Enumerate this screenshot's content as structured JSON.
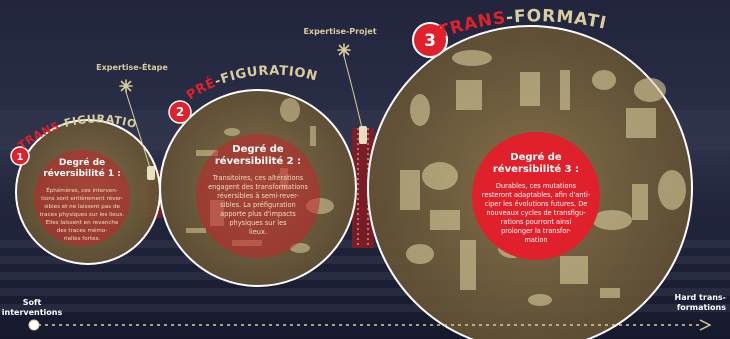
{
  "colors": {
    "cream": "#d8cd9e",
    "red": "#d6202a",
    "dark_bg": "#1e2238",
    "circle_fill": "#6a5a3a",
    "accent_red": "#e0202a",
    "white": "#ffffff"
  },
  "phases": [
    {
      "number": "1",
      "title_accent": "TRANS",
      "title_rest": "-FIGURATION",
      "heading_line1": "Degré de",
      "heading_line2": "réversibilité 1 :",
      "body": [
        "Éphémères, ces interven-",
        "tions sont entièrement réver-",
        "sibles et ne laissent pas de",
        "traces physiques sur les lieux.",
        "Elles laissent en revanche",
        "des traces mémo-",
        "rielles fortes."
      ]
    },
    {
      "number": "2",
      "title_accent": "PRÉ",
      "title_rest": "-FIGURATION",
      "heading_line1": "Degré de",
      "heading_line2": "réversibilité 2 :",
      "body": [
        "Transitoires, ces altérations",
        "engagent des transformations",
        "réversibles à semi-rever-",
        "sibles. La préfiguration",
        "apporte plus d'impacts",
        "physiques sur les",
        "lieux."
      ]
    },
    {
      "number": "3",
      "title_accent": "TRANS",
      "title_rest": "-FORMATION",
      "heading_line1": "Degré de",
      "heading_line2": "réversibilité 3 :",
      "body": [
        "Durables, ces mutations",
        "resteront adaptables, afin d'anti-",
        "ciper les évolutions futures. De",
        "nouveaux cycles de transfigu-",
        "rations pourront ainsi",
        "prolonger la transfor-",
        "mation"
      ]
    }
  ],
  "expertise": [
    {
      "label": "Expertise-Étape"
    },
    {
      "label": "Expertise-Projet"
    }
  ],
  "axis": {
    "left_label_line1": "Soft",
    "left_label_line2": "interventions",
    "right_label_line1": "Hard trans-",
    "right_label_line2": "formations"
  }
}
